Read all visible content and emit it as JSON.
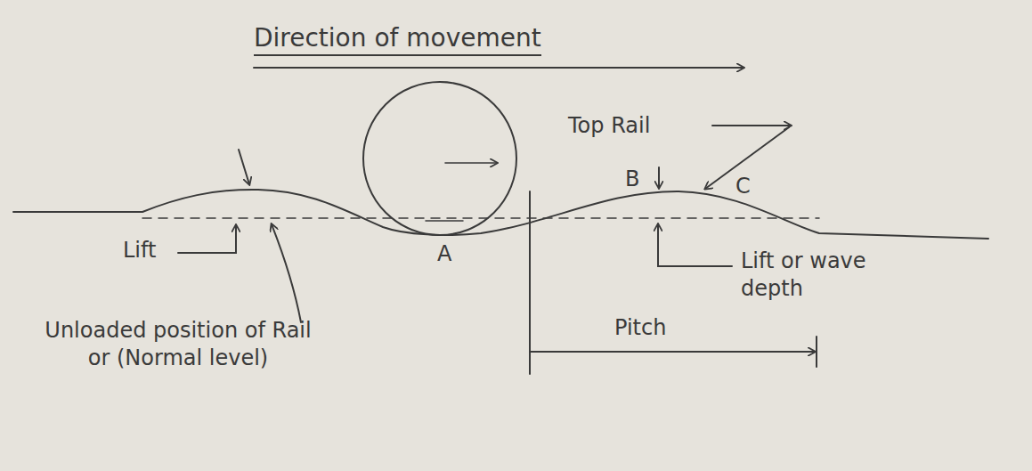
{
  "diagram": {
    "title": "Direction of movement",
    "labels": [
      "Top Rail",
      "B",
      "C",
      "A",
      "Lift",
      "Unloaded position of Rail or (Normal level)",
      "Lift or wave depth",
      "Pitch"
    ]
  }
}
